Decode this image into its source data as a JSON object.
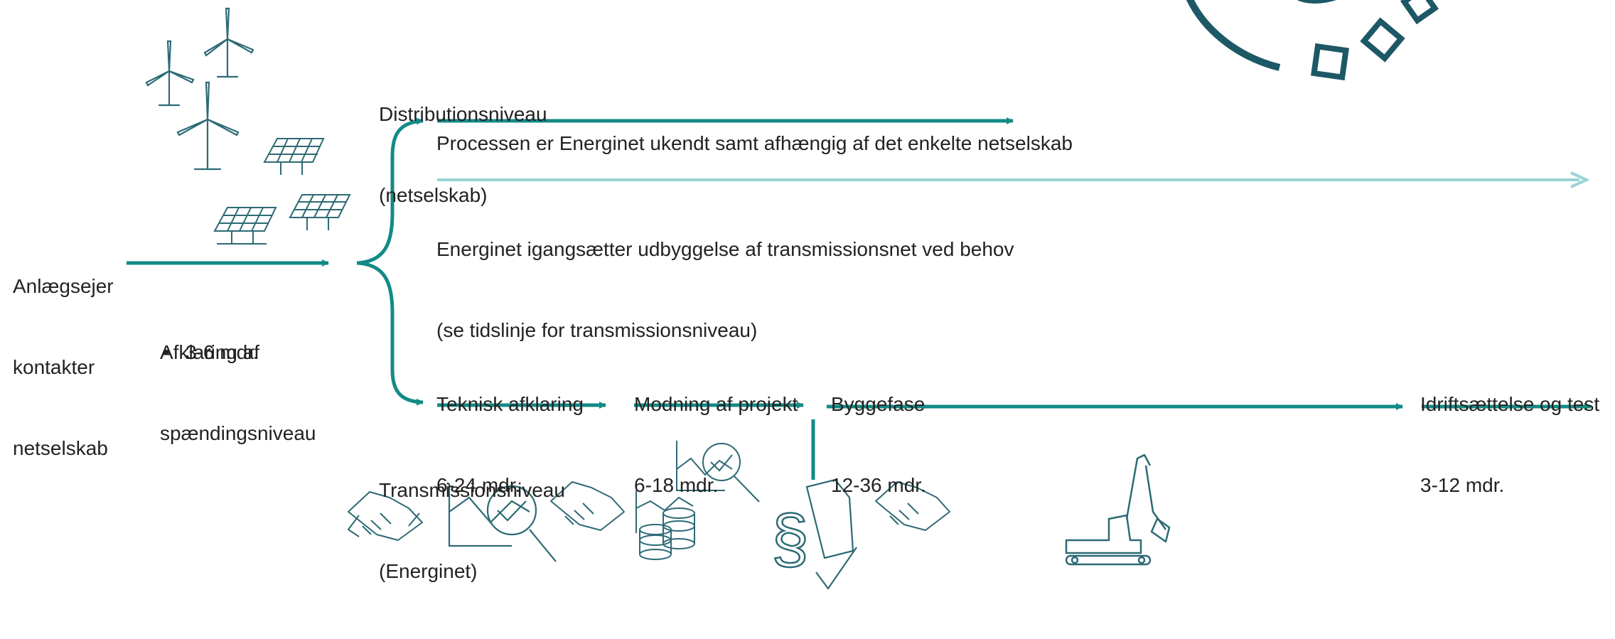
{
  "colors": {
    "teal": "#138a86",
    "teal_light": "#9ad3d4",
    "dark_teal": "#1d5866",
    "icon": "#2d6a75"
  },
  "start_label": [
    "Anlægsejer",
    "kontakter",
    "netselskab"
  ],
  "clarification": {
    "title": [
      "Afklaring af",
      "spændingsniveau"
    ],
    "bullets": [
      "3-6 mdr."
    ]
  },
  "distribution": {
    "title": [
      "Distributionsniveau",
      "(netselskab)"
    ],
    "process_note": "Processen er Energinet ukendt samt afhængig af det enkelte netselskab",
    "expansion_note": [
      "Energinet igangsætter udbyggelse af transmissionsnet ved behov",
      "(se tidslinje for transmissionsniveau)"
    ]
  },
  "transmission": {
    "title": [
      "Transmissionsniveau",
      "(Energinet)"
    ],
    "phases": [
      {
        "name": "Teknisk afklaring",
        "duration": "6-24 mdr."
      },
      {
        "name": "Modning af projekt",
        "duration": "6-18 mdr."
      },
      {
        "name": "Byggefase",
        "duration": "12-36 mdr."
      },
      {
        "name": "Idriftsættelse og test",
        "duration": "3-12 mdr."
      }
    ]
  },
  "icons": [
    "wind-turbine-icon",
    "solar-panel-icon",
    "handshake-icon",
    "chart-magnifier-icon",
    "coins-chart-icon",
    "paragraph-document-icon",
    "excavator-icon",
    "energinet-logo"
  ]
}
